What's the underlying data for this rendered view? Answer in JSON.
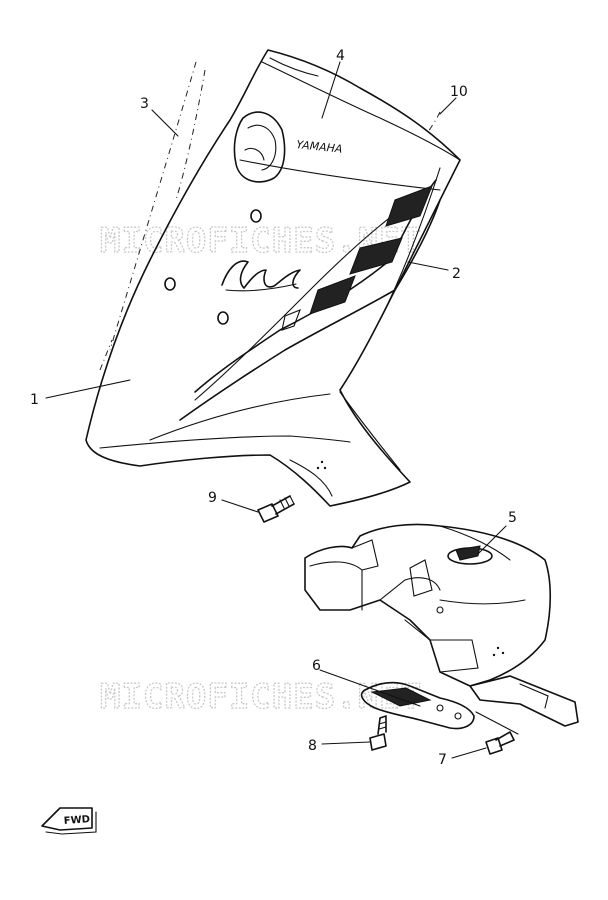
{
  "watermark": {
    "text": "MICROFICHES.NET"
  },
  "brand_label": "YAMAHA",
  "direction_label": "FWD",
  "callouts": [
    {
      "id": "1",
      "label": "1"
    },
    {
      "id": "2",
      "label": "2"
    },
    {
      "id": "3",
      "label": "3"
    },
    {
      "id": "4",
      "label": "4"
    },
    {
      "id": "5",
      "label": "5"
    },
    {
      "id": "6",
      "label": "6"
    },
    {
      "id": "7",
      "label": "7"
    },
    {
      "id": "8",
      "label": "8"
    },
    {
      "id": "9",
      "label": "9"
    },
    {
      "id": "10",
      "label": "10"
    }
  ]
}
